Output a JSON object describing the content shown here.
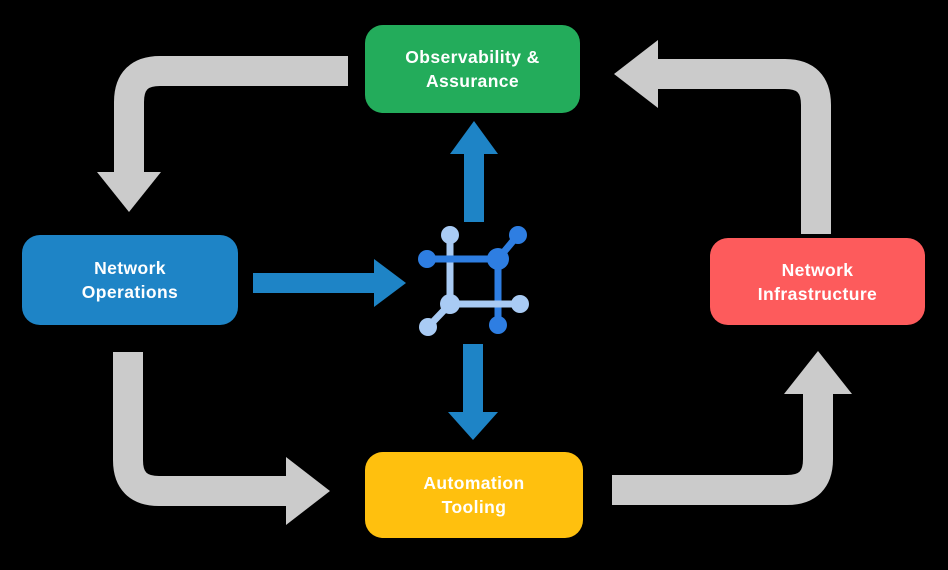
{
  "canvas": {
    "background": "#000000"
  },
  "nodes": {
    "observability": {
      "line1": "Observability &",
      "line2": "Assurance",
      "color": "#23AC5B",
      "text_color": "#FFFFFF"
    },
    "operations": {
      "line1": "Network",
      "line2": "Operations",
      "color": "#1E84C6",
      "text_color": "#FFFFFF"
    },
    "infrastructure": {
      "line1": "Network",
      "line2": "Infrastructure",
      "color": "#FD5B5C",
      "text_color": "#FFFFFF"
    },
    "tooling": {
      "line1": "Automation",
      "line2": "Tooling",
      "color": "#FFC00E",
      "text_color": "#FFFFFF"
    }
  },
  "center_icon": {
    "name": "network-mesh-icon",
    "color_primary": "#2E7EE2",
    "color_secondary": "#A9CBF4"
  },
  "arrows": {
    "gray": "#CBCBCB",
    "blue": "#1E84C6",
    "flows": [
      {
        "from": "Observability & Assurance",
        "to": "Network Operations",
        "style": "gray"
      },
      {
        "from": "Network Operations",
        "to": "Automation Tooling",
        "style": "gray"
      },
      {
        "from": "Automation Tooling",
        "to": "Network Infrastructure",
        "style": "gray"
      },
      {
        "from": "Network Infrastructure",
        "to": "Observability & Assurance",
        "style": "gray"
      },
      {
        "from": "Network Operations",
        "to": "center icon",
        "style": "blue"
      },
      {
        "from": "center icon",
        "to": "Observability & Assurance",
        "style": "blue"
      },
      {
        "from": "center icon",
        "to": "Automation Tooling",
        "style": "blue"
      }
    ]
  }
}
